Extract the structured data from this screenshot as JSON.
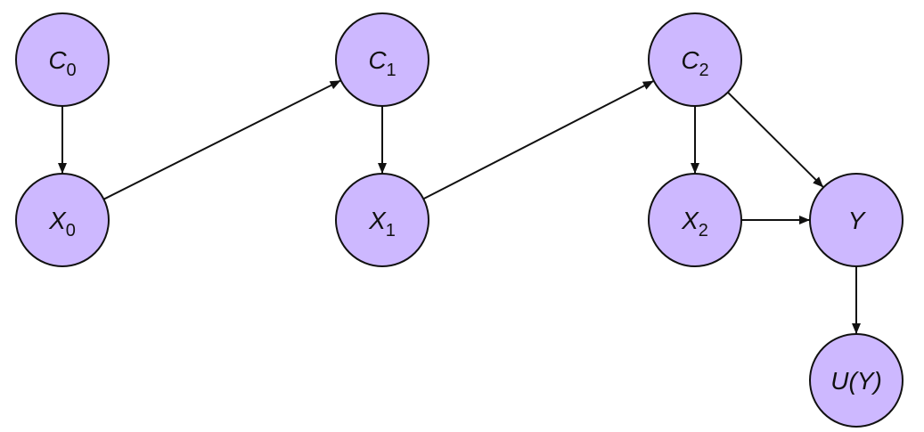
{
  "colors": {
    "node_fill": "#cdb8ff",
    "stroke": "#111111",
    "background": "#ffffff"
  },
  "nodes": [
    {
      "id": "C0",
      "name": "C",
      "sub": "0"
    },
    {
      "id": "C1",
      "name": "C",
      "sub": "1"
    },
    {
      "id": "C2",
      "name": "C",
      "sub": "2"
    },
    {
      "id": "X0",
      "name": "X",
      "sub": "0"
    },
    {
      "id": "X1",
      "name": "X",
      "sub": "1"
    },
    {
      "id": "X2",
      "name": "X",
      "sub": "2"
    },
    {
      "id": "Y",
      "name": "Y",
      "sub": ""
    },
    {
      "id": "UY",
      "name": "U(Y)",
      "sub": ""
    }
  ],
  "edges": [
    {
      "from": "C0",
      "to": "X0"
    },
    {
      "from": "X0",
      "to": "C1"
    },
    {
      "from": "C1",
      "to": "X1"
    },
    {
      "from": "X1",
      "to": "C2"
    },
    {
      "from": "C2",
      "to": "X2"
    },
    {
      "from": "C2",
      "to": "Y"
    },
    {
      "from": "X2",
      "to": "Y"
    },
    {
      "from": "Y",
      "to": "UY"
    }
  ]
}
